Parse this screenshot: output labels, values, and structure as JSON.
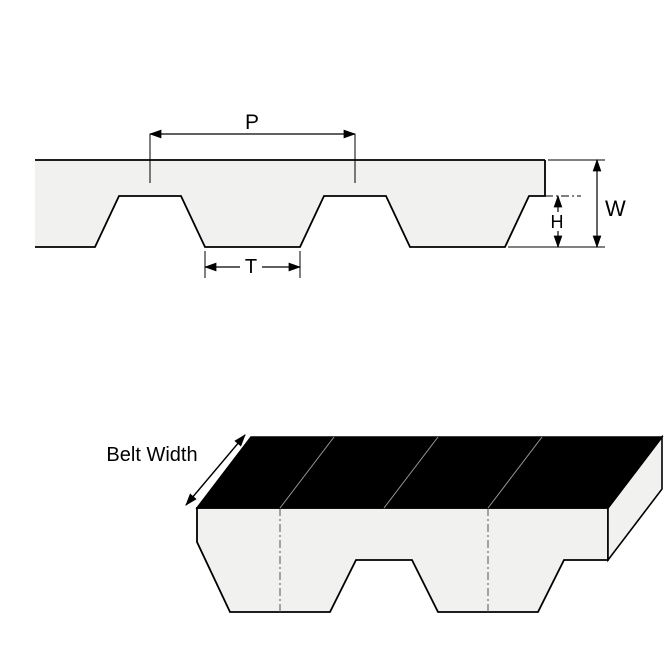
{
  "diagram": {
    "labels": {
      "pitch": "P",
      "tooth_width": "T",
      "tooth_height": "H",
      "belt_thickness": "W",
      "belt_width": "Belt Width"
    },
    "colors": {
      "outline": "#000000",
      "belt_fill": "#f1f1ef",
      "top_face_fill": "#000000",
      "background": "#ffffff"
    }
  }
}
